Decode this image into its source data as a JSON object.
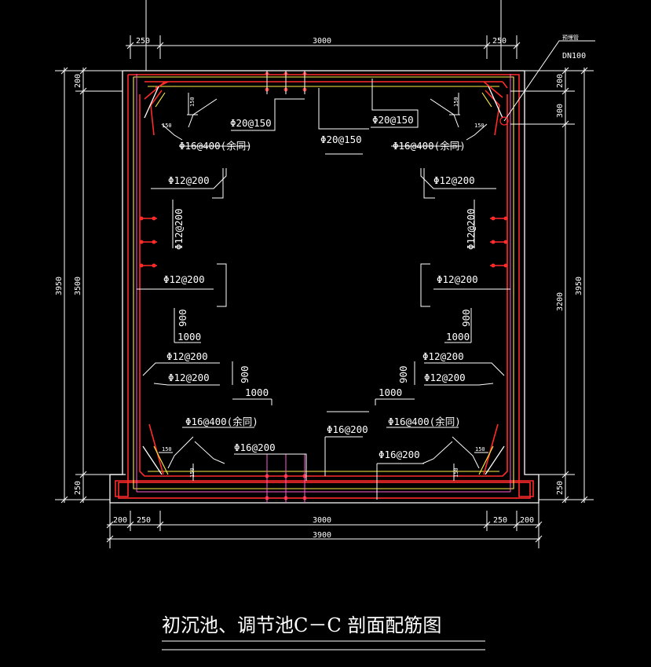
{
  "title": "初沉池、调节池C－C 剖面配筋图",
  "pipe": {
    "name": "预埋管",
    "size": "DN100"
  },
  "dims": {
    "top_left": "250",
    "top_mid": "3000",
    "top_right": "250",
    "bot_200_left": "200",
    "bot_250_left": "250",
    "bot_mid": "3000",
    "bot_250_right": "250",
    "bot_200_right": "200",
    "bot_total": "3900",
    "left_total": "3950",
    "left_200": "200",
    "left_3500": "3500",
    "left_250": "250",
    "right_200": "200",
    "right_300": "300",
    "right_3200": "3200",
    "right_3950": "3950",
    "right_250": "250"
  },
  "labels": {
    "top_rebar": "Φ20@150",
    "mid_top_rebar": "Φ20@150",
    "center_top_rebar": "Φ20@150",
    "corner_rebar": "Φ16@400(余同)",
    "wall_rebar": "Φ12@200",
    "bottom_rebar": "Φ16@200",
    "hook_150": "150",
    "len_900": "900",
    "len_1000": "1000"
  }
}
